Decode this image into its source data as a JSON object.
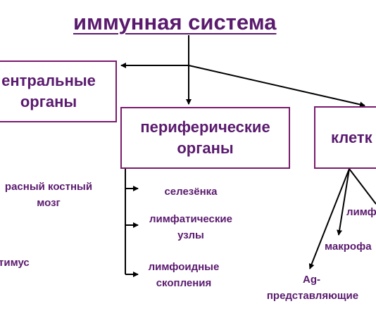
{
  "title": "иммунная система",
  "central": {
    "lines": [
      "ентральные",
      "органы"
    ]
  },
  "peripheral": {
    "lines": [
      "периферические",
      "органы"
    ]
  },
  "cells": {
    "label": "клетк"
  },
  "central_items": [
    {
      "lines": [
        "расный костный",
        "мозг"
      ]
    },
    {
      "lines": [
        "тимус"
      ]
    }
  ],
  "peripheral_items": [
    {
      "lines": [
        "селезёнка"
      ]
    },
    {
      "lines": [
        "лимфатические",
        "узлы"
      ]
    },
    {
      "lines": [
        "лимфоидные",
        "скопления"
      ]
    }
  ],
  "cell_items": [
    {
      "lines": [
        "лимф"
      ]
    },
    {
      "lines": [
        "макрофа"
      ]
    },
    {
      "lines": [
        "Ag-",
        "представляющие"
      ]
    }
  ],
  "colors": {
    "text": "#5a1a6e",
    "border": "#7a1a6e",
    "line": "#000000"
  }
}
